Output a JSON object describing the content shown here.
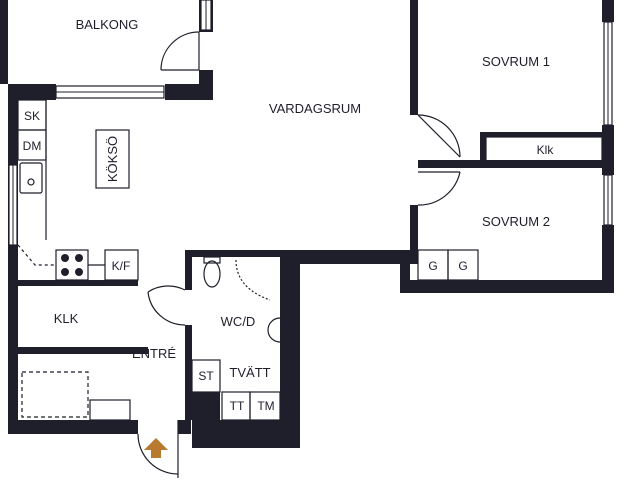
{
  "rooms": {
    "balkong": "BALKONG",
    "vardagsrum": "VARDAGSRUM",
    "sovrum1": "SOVRUM 1",
    "sovrum2": "SOVRUM 2",
    "kok": "KÖKSÖ",
    "klk": "KLK",
    "entre": "ENTRÉ",
    "wcd": "WC/D",
    "tvatt": "TVÄTT"
  },
  "fixtures": {
    "sk": "SK",
    "dm": "DM",
    "kf": "K/F",
    "klk_closet": "Klk",
    "g1": "G",
    "g2": "G",
    "st": "ST",
    "tt": "TT",
    "tm": "TM"
  },
  "colors": {
    "wall": "#1f1f2b",
    "entry_arrow": "#b87a2f"
  }
}
